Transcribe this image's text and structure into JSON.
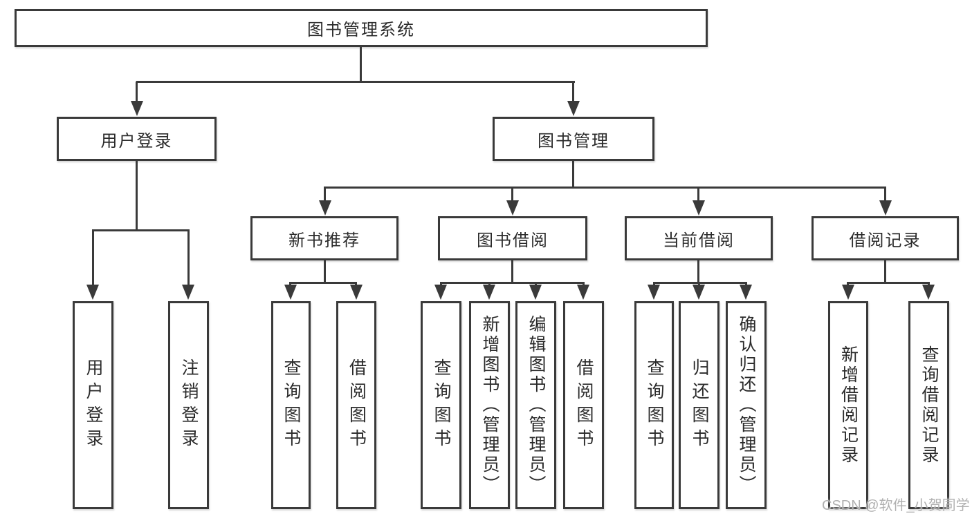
{
  "tree": {
    "root": {
      "label": "图书管理系统"
    },
    "branches": [
      {
        "label": "用户登录",
        "leaves": [
          {
            "label": "用户登录"
          },
          {
            "label": "注销登录"
          }
        ]
      },
      {
        "label": "图书管理",
        "groups": [
          {
            "label": "新书推荐",
            "leaves": [
              {
                "label": "查询图书"
              },
              {
                "label": "借阅图书"
              }
            ]
          },
          {
            "label": "图书借阅",
            "leaves": [
              {
                "label": "查询图书"
              },
              {
                "label": "新增图书（管理员）"
              },
              {
                "label": "编辑图书（管理员）"
              },
              {
                "label": "借阅图书"
              }
            ]
          },
          {
            "label": "当前借阅",
            "leaves": [
              {
                "label": "查询图书"
              },
              {
                "label": "归还图书"
              },
              {
                "label": "确认归还（管理员）"
              }
            ]
          },
          {
            "label": "借阅记录",
            "leaves": [
              {
                "label": "新增借阅记录"
              },
              {
                "label": "查询借阅记录"
              }
            ]
          }
        ]
      }
    ]
  },
  "colors": {
    "line": "#3a3a3a",
    "box_border": "#3a3a3a",
    "text": "#2b2b2b",
    "watermark": "#b0b0b0",
    "background": "#ffffff"
  },
  "watermark": "CSDN @软件_小贺同学"
}
